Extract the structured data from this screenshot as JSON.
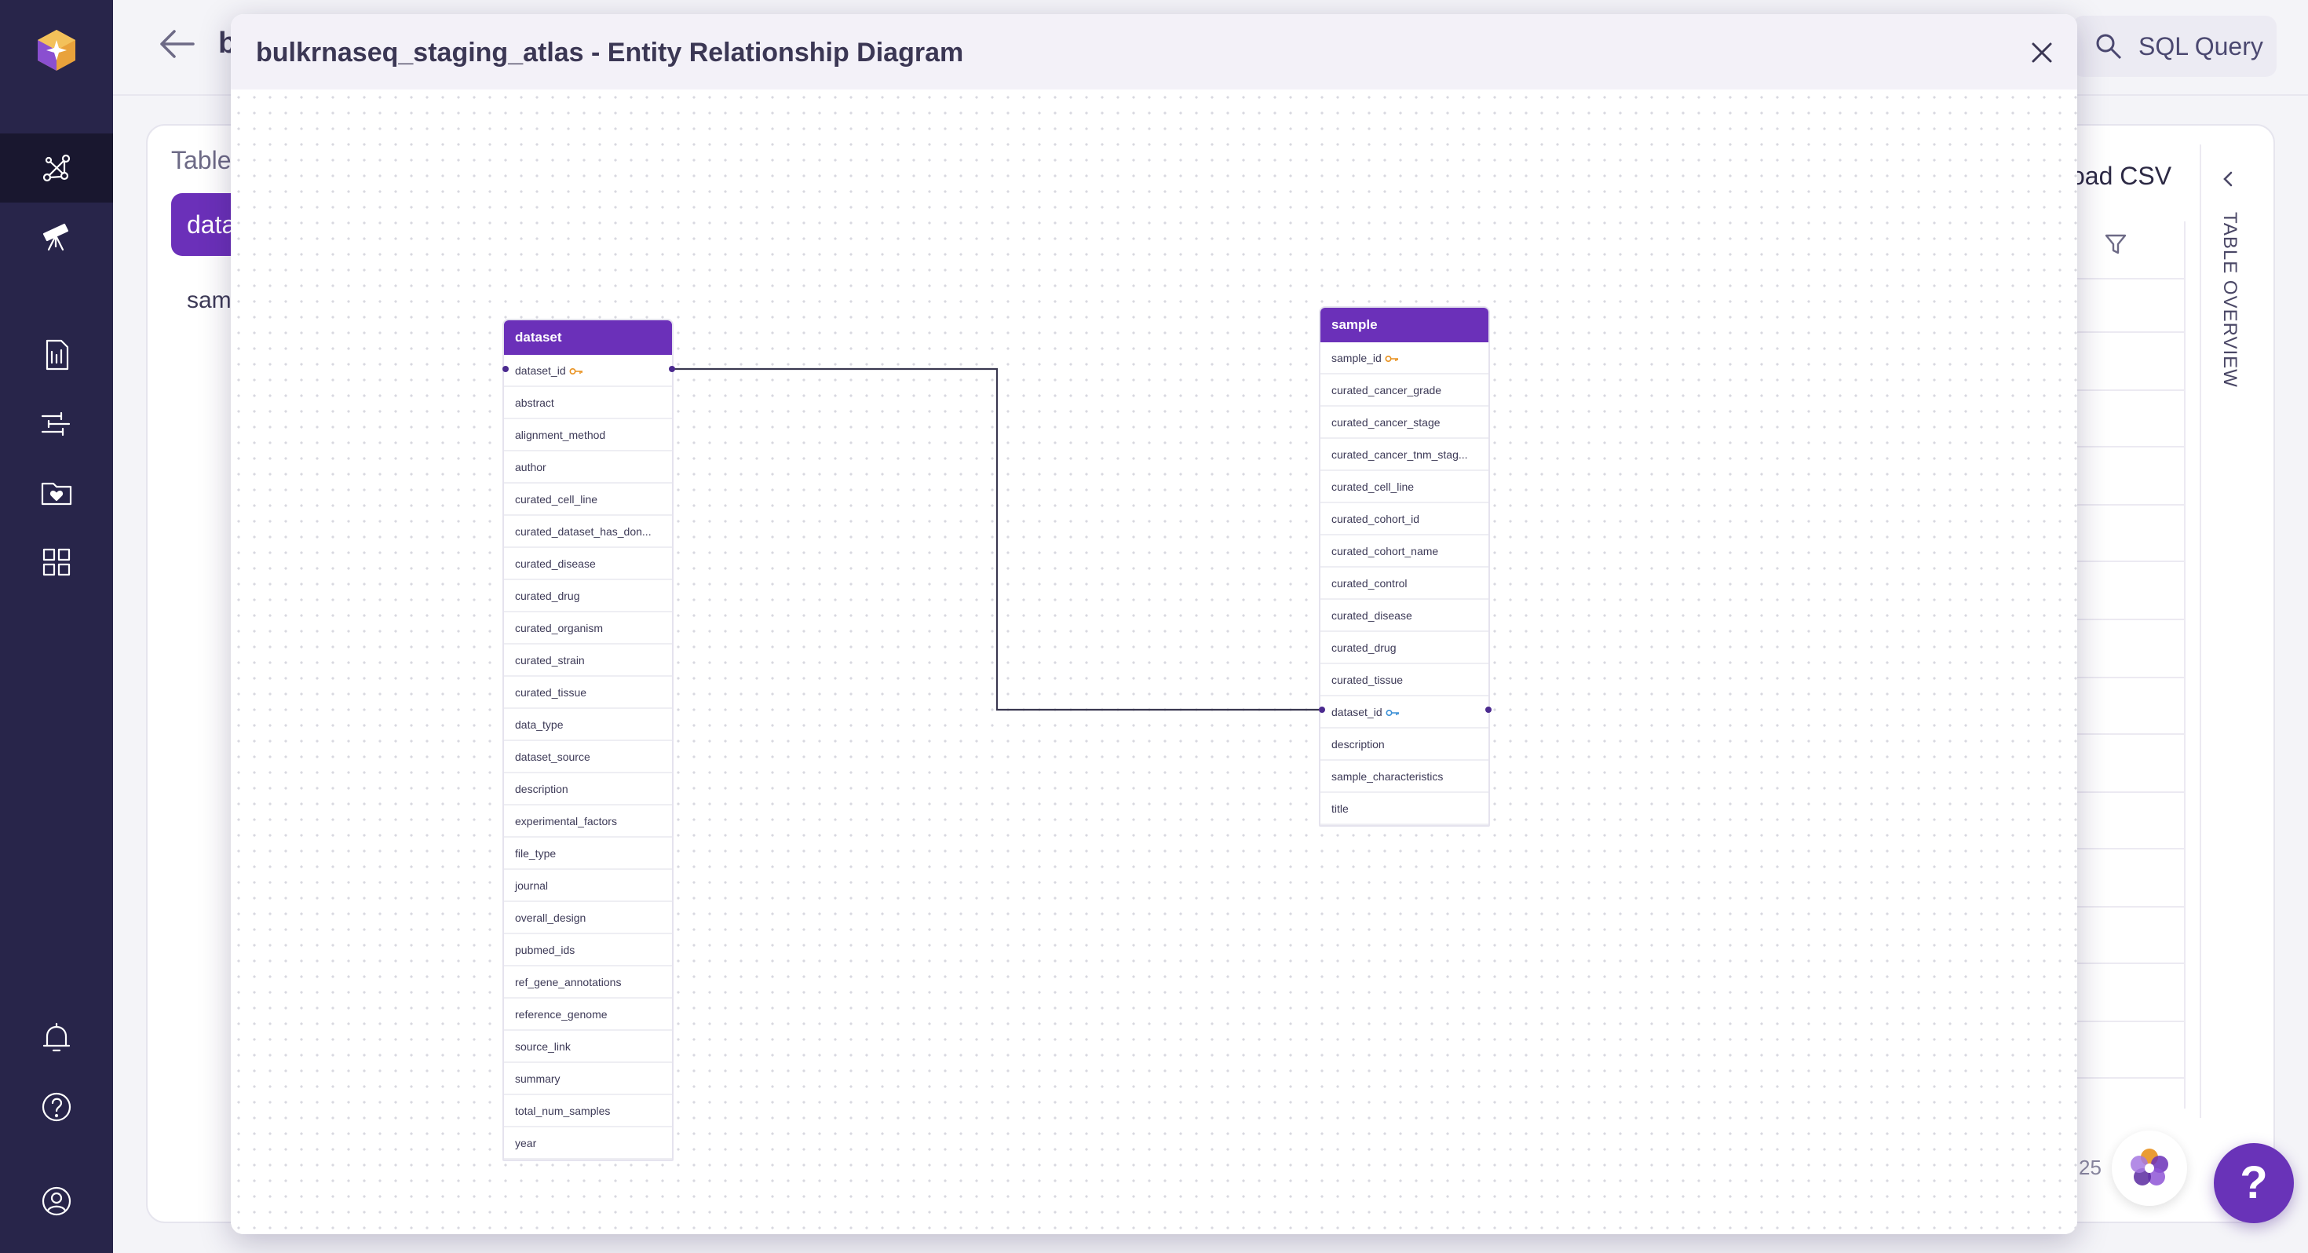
{
  "header": {
    "title_fragment": "b",
    "sql_button_label": "SQL Query"
  },
  "left_panel": {
    "label": "Table",
    "tabs": [
      {
        "label": "data"
      },
      {
        "label": "sam"
      }
    ]
  },
  "right_panel": {
    "download_label": "oad CSV",
    "overview_label": "TABLE OVERVIEW",
    "page_count": "25"
  },
  "modal": {
    "title": "bulkrnaseq_staging_atlas - Entity Relationship Diagram"
  },
  "er": {
    "dataset": {
      "name": "dataset",
      "columns": [
        "dataset_id",
        "abstract",
        "alignment_method",
        "author",
        "curated_cell_line",
        "curated_dataset_has_don...",
        "curated_disease",
        "curated_drug",
        "curated_organism",
        "curated_strain",
        "curated_tissue",
        "data_type",
        "dataset_source",
        "description",
        "experimental_factors",
        "file_type",
        "journal",
        "overall_design",
        "pubmed_ids",
        "ref_gene_annotations",
        "reference_genome",
        "source_link",
        "summary",
        "total_num_samples",
        "year"
      ],
      "primary_key": "dataset_id"
    },
    "sample": {
      "name": "sample",
      "columns": [
        "sample_id",
        "curated_cancer_grade",
        "curated_cancer_stage",
        "curated_cancer_tnm_stag...",
        "curated_cell_line",
        "curated_cohort_id",
        "curated_cohort_name",
        "curated_control",
        "curated_disease",
        "curated_drug",
        "curated_tissue",
        "dataset_id",
        "description",
        "sample_characteristics",
        "title"
      ],
      "primary_key": "sample_id",
      "foreign_key": "dataset_id"
    }
  },
  "colors": {
    "accent": "#6b30b9",
    "sidebar": "#28254a",
    "primary_key_icon": "#e8911e",
    "foreign_key_icon": "#3a8fd6"
  },
  "icons": {
    "sidebar": [
      "logo-icon",
      "graph-icon",
      "telescope-icon",
      "document-settings-icon",
      "pipeline-icon",
      "folder-heart-icon",
      "grid-icon",
      "bell-icon",
      "help-icon",
      "user-icon"
    ],
    "zoom": [
      "plus-icon",
      "minus-icon",
      "fit-view-icon",
      "lock-icon"
    ]
  }
}
